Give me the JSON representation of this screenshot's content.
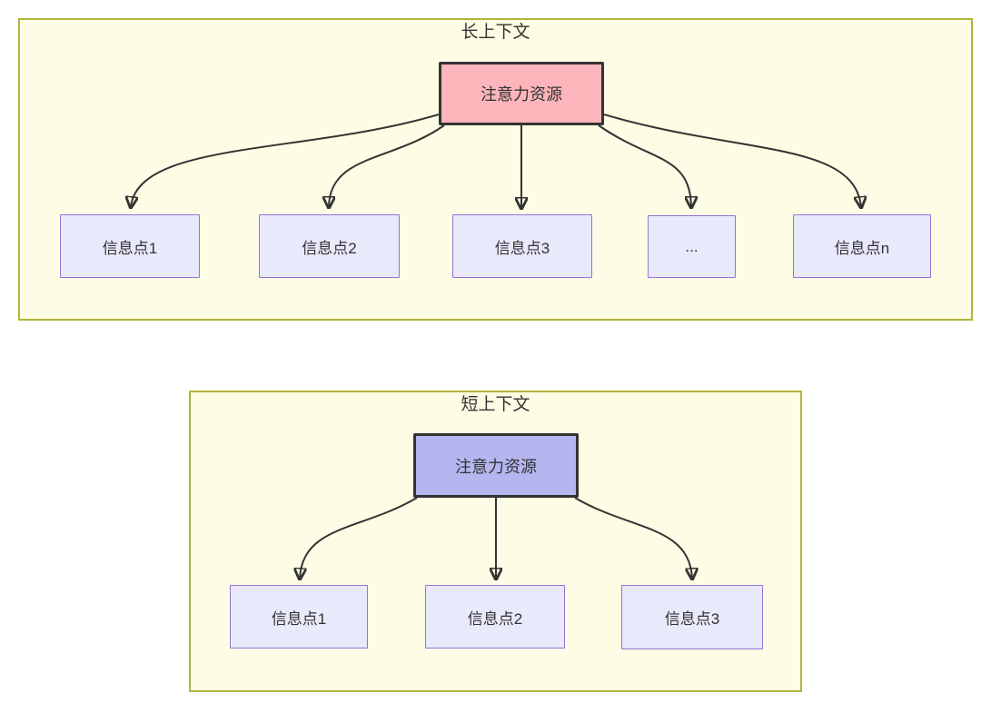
{
  "diagram": {
    "kind": "attention-allocation-comparison",
    "panels": [
      {
        "id": "long-context",
        "title": "长上下文",
        "source": {
          "label": "注意力资源"
        },
        "targets": [
          "信息点1",
          "信息点2",
          "信息点3",
          "...",
          "信息点n"
        ]
      },
      {
        "id": "short-context",
        "title": "短上下文",
        "source": {
          "label": "注意力资源"
        },
        "targets": [
          "信息点1",
          "信息点2",
          "信息点3"
        ]
      }
    ],
    "colors": {
      "panel_fill": "#fdfce4",
      "panel_border": "#b2b43b",
      "long_source_fill": "#fcb5bb",
      "short_source_fill": "#b5b6f0",
      "source_border": "#333333",
      "target_fill": "#e9e9fc",
      "target_border": "#9673d3",
      "arrow": "#333333",
      "text": "#333333"
    }
  }
}
